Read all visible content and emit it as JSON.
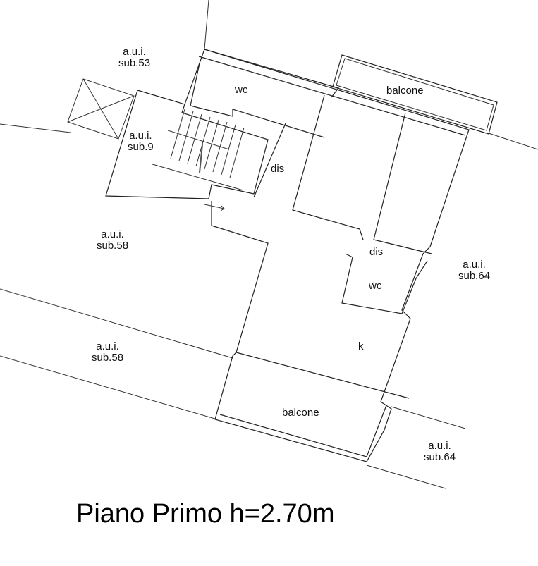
{
  "title": "Piano Primo h=2.70m",
  "rooms": {
    "wc_upper": "wc",
    "balcone_upper": "balcone",
    "dis_upper": "dis",
    "dis_lower": "dis",
    "wc_lower": "wc",
    "kitchen": "k",
    "balcone_lower": "balcone"
  },
  "neighbors": {
    "sub53": {
      "line1": "a.u.i.",
      "line2": "sub.53"
    },
    "sub9": {
      "line1": "a.u.i.",
      "line2": "sub.9"
    },
    "sub58_upper": {
      "line1": "a.u.i.",
      "line2": "sub.58"
    },
    "sub58_lower": {
      "line1": "a.u.i.",
      "line2": "sub.58"
    },
    "sub64_right": {
      "line1": "a.u.i.",
      "line2": "sub.64"
    },
    "sub64_bottom": {
      "line1": "a.u.i.",
      "line2": "sub.64"
    }
  }
}
